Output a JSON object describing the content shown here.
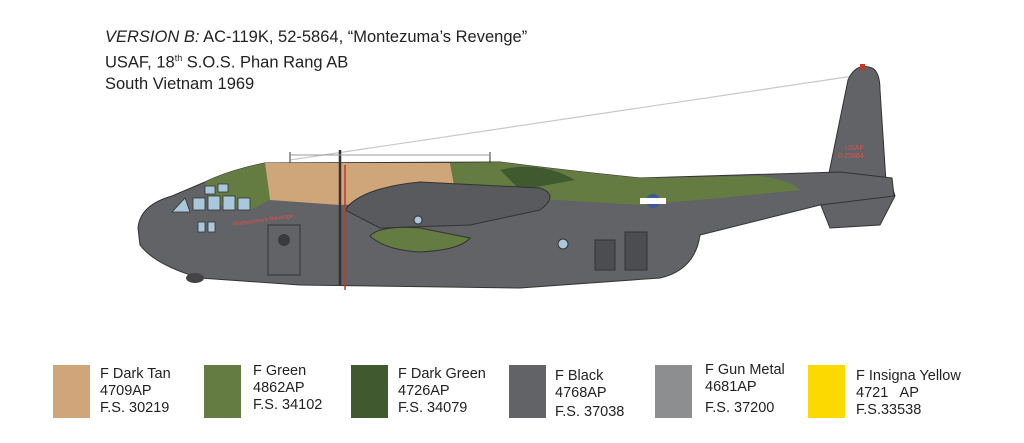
{
  "caption": {
    "version_label": "VERSION B:",
    "line1": " AC-119K, 52-5864, “Montezuma’s Revenge”",
    "line2_pre": "USAF, 18",
    "line2_sup": "th",
    "line2_post": " S.O.S. Phan Rang AB",
    "line3": "South Vietnam 1969"
  },
  "aircraft": {
    "tail_text_1": "USAF",
    "tail_text_2": "0-25864",
    "nose_art": "Montezuma's Revenge"
  },
  "colors": [
    {
      "name": "F Dark Tan",
      "code": "4709AP",
      "fs": "F.S. 30219",
      "hex": "#cfa57a"
    },
    {
      "name": "F Green",
      "code": "4862AP",
      "fs": "F.S. 34102",
      "hex": "#647c42"
    },
    {
      "name": "F Dark Green",
      "code": "4726AP",
      "fs": "F.S. 34079",
      "hex": "#41592f"
    },
    {
      "name": "F Black",
      "code": "4768AP",
      "fs": "F.S. 37038",
      "hex": "#626366"
    },
    {
      "name": "F Gun Metal",
      "code": "4681AP",
      "fs": "F.S. 37200",
      "hex": "#8d8e90"
    },
    {
      "name": "F Insigna Yellow",
      "code": "4721   AP",
      "fs": "F.S.33538",
      "hex": "#fcd900"
    }
  ]
}
